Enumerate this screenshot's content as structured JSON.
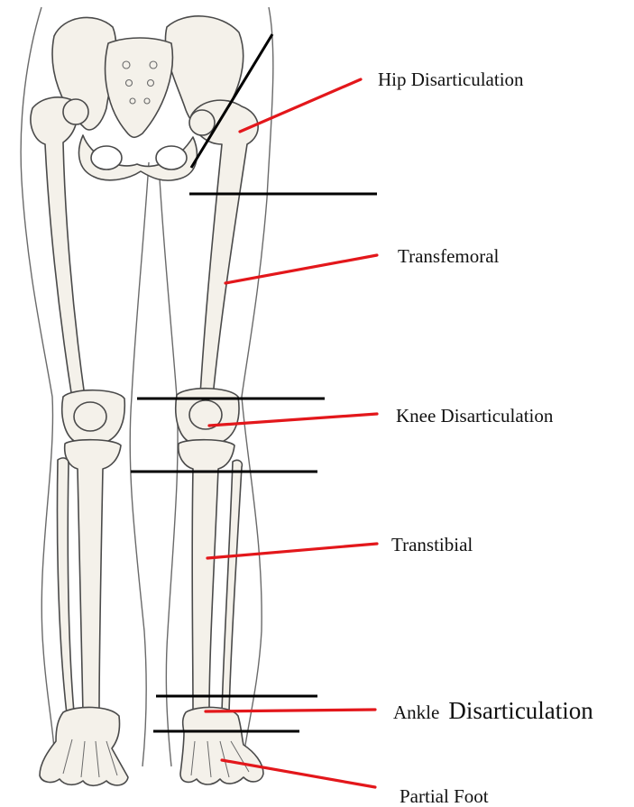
{
  "labels": {
    "hip": "Hip Disarticulation",
    "transfemoral": "Transfemoral",
    "knee": "Knee Disarticulation",
    "transtibial": "Transtibial",
    "ankle_prefix": "Ankle",
    "ankle_suffix": "Disarticulation",
    "partial_foot": "Partial Foot"
  },
  "colors": {
    "pointer": "#e3171b",
    "level_line": "#000000",
    "bone_fill": "#f4f1ea",
    "bone_stroke": "#4a4a4a",
    "skin_outline": "#6a6a6a"
  },
  "icons": {
    "figure": "skeleton-legs-illustration"
  }
}
